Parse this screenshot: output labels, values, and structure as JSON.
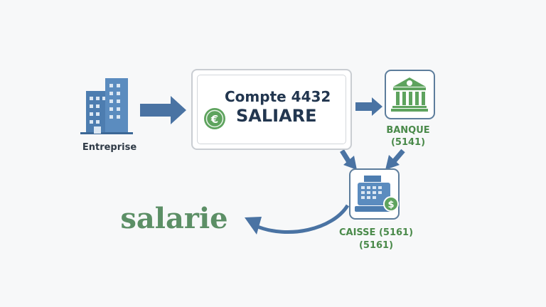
{
  "entreprise": {
    "label": "Entreprise"
  },
  "account": {
    "title": "Compte 4432",
    "name": "SALIARE"
  },
  "banque": {
    "name": "BANQUE",
    "code": "(5141)"
  },
  "caisse": {
    "name": "CAISSE (5161)",
    "code": "(5161)"
  },
  "salarie": {
    "label": "salarie"
  },
  "colors": {
    "building": "#4d7db0",
    "arrow": "#4a73a3",
    "icon_green": "#5ea35e",
    "text_dark": "#22364f",
    "label_green": "#4a8a4a",
    "salarie_green": "#5c8f66"
  },
  "icons": {
    "entreprise": "office-building-icon",
    "account": "euro-coin-icon",
    "banque": "bank-building-icon",
    "caisse": "cash-register-icon"
  }
}
